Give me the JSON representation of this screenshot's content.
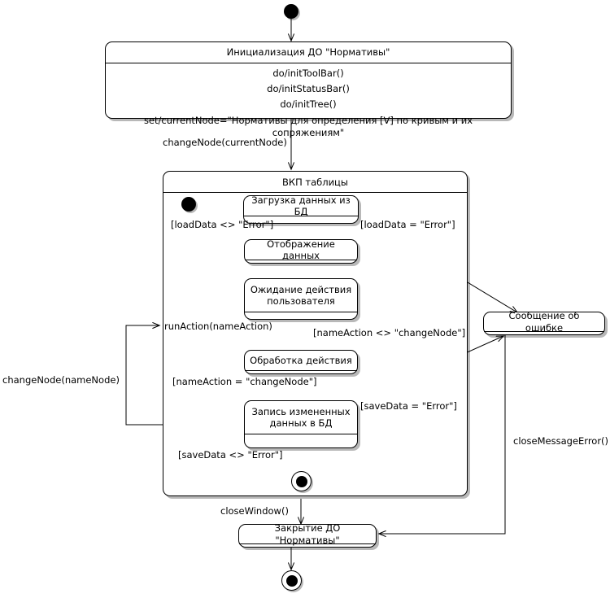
{
  "diagram": {
    "kind": "uml-state-machine",
    "language": "ru"
  },
  "nodes": {
    "start": {
      "name": "initial-state"
    },
    "init_state": {
      "title": "Инициализация ДО \"Нормативы\"",
      "actions": [
        "do/initToolBar()",
        "do/initStatusBar()",
        "do/initTree()",
        "set/currentNode=\"Нормативы для определения [V] по кривым и их сопряжениям\""
      ]
    },
    "composite": {
      "title": "ВКП таблицы"
    },
    "inner_start": {
      "name": "inner-initial-state"
    },
    "load": {
      "title": "Загрузка данных из БД"
    },
    "display": {
      "title": "Отображение данных"
    },
    "wait": {
      "title": "Ожидание действия пользователя"
    },
    "process": {
      "title": "Обработка действия"
    },
    "save": {
      "title": "Запись измененных данных в БД"
    },
    "inner_final": {
      "name": "inner-final-state"
    },
    "error": {
      "title": "Сообщение об ошибке"
    },
    "close": {
      "title": "Закрытие ДО \"Нормативы\""
    },
    "final": {
      "name": "final-state"
    }
  },
  "transitions": {
    "change_node_current": "changeNode(currentNode)",
    "load_ok": "[loadData <> \"Error\"]",
    "load_err": "[loadData = \"Error\"]",
    "run_action": "runAction(nameAction)",
    "name_action_ne": "[nameAction <> \"changeNode\"]",
    "name_action_eq": "[nameAction = \"changeNode\"]",
    "save_err": "[saveData = \"Error\"]",
    "save_ok": "[saveData <> \"Error\"]",
    "change_node_name": "changeNode(nameNode)",
    "close_window": "closeWindow()",
    "close_message_error": "closeMessageError()"
  },
  "colors": {
    "stroke": "#000000",
    "fill": "#ffffff",
    "shadow": "rgba(0,0,0,0.28)"
  }
}
